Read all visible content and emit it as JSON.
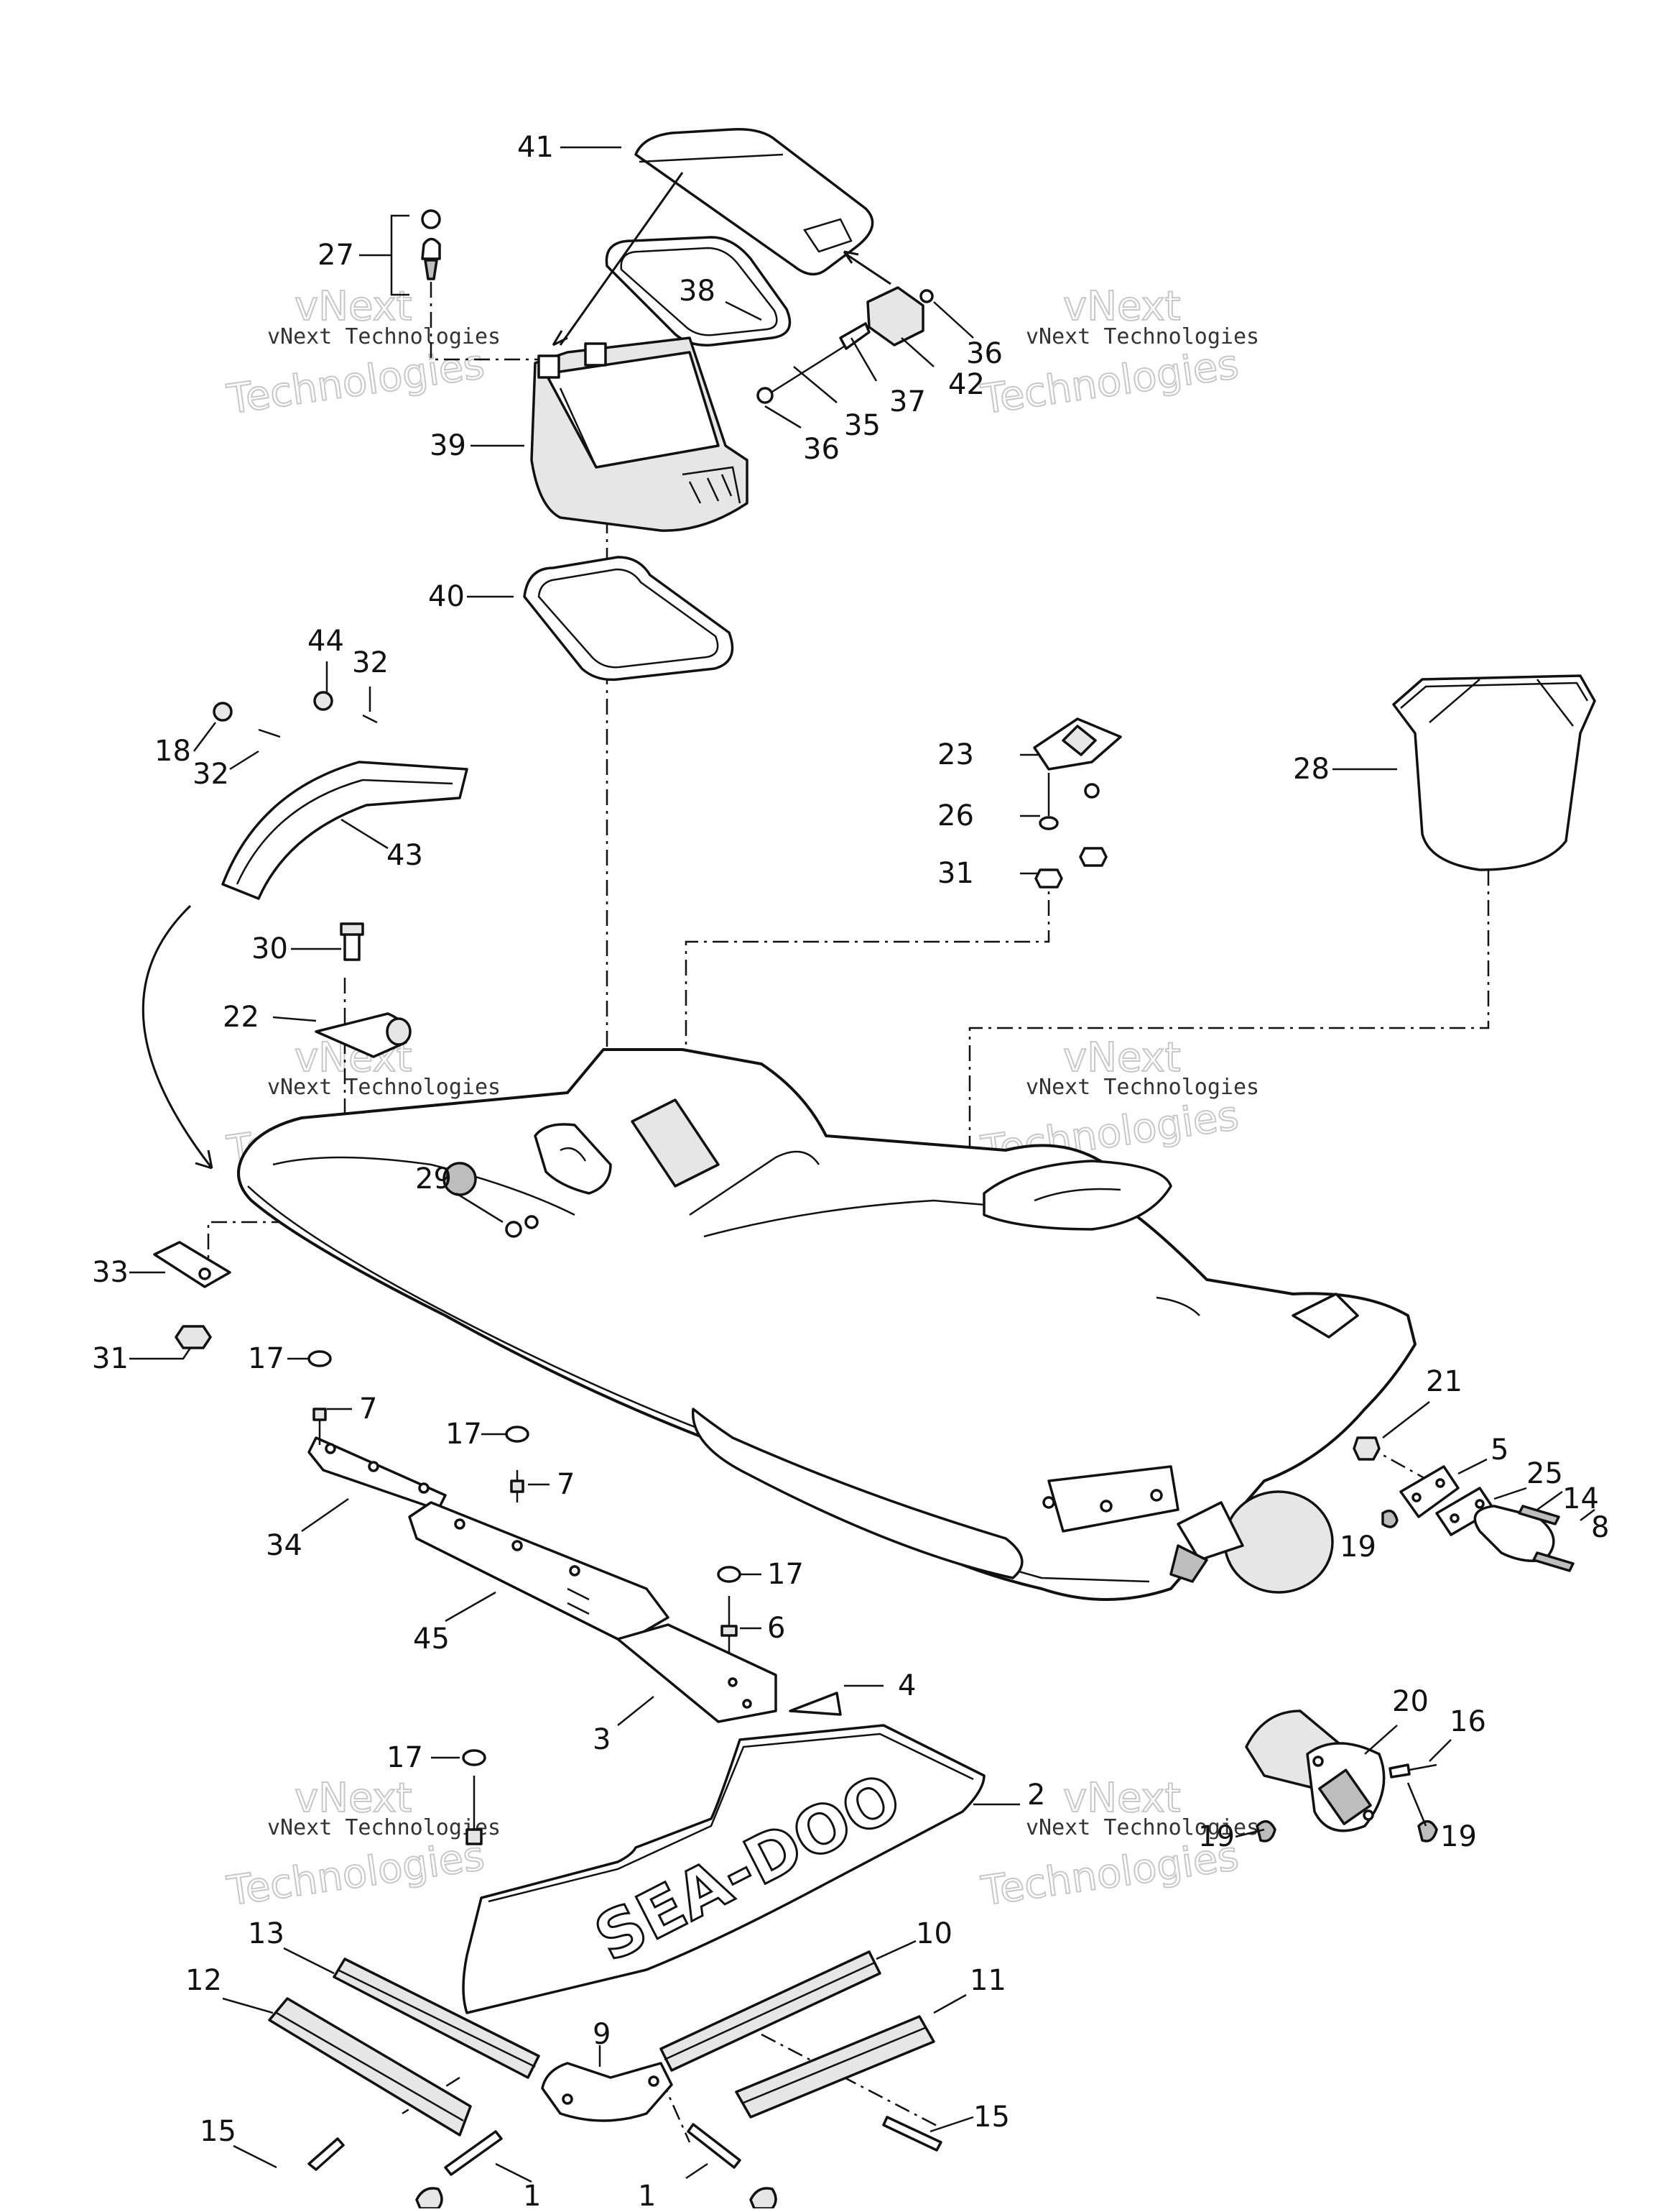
{
  "diagram": {
    "watermark": {
      "line1": "vNext Technologies",
      "line2": "Technologies",
      "line3": "vNext"
    },
    "callouts": [
      {
        "id": "c41",
        "text": "41"
      },
      {
        "id": "c27",
        "text": "27"
      },
      {
        "id": "c38",
        "text": "38"
      },
      {
        "id": "c36a",
        "text": "36"
      },
      {
        "id": "c42",
        "text": "42"
      },
      {
        "id": "c37",
        "text": "37"
      },
      {
        "id": "c35",
        "text": "35"
      },
      {
        "id": "c36b",
        "text": "36"
      },
      {
        "id": "c39",
        "text": "39"
      },
      {
        "id": "c40",
        "text": "40"
      },
      {
        "id": "c44",
        "text": "44"
      },
      {
        "id": "c32a",
        "text": "32"
      },
      {
        "id": "c18",
        "text": "18"
      },
      {
        "id": "c32b",
        "text": "32"
      },
      {
        "id": "c43",
        "text": "43"
      },
      {
        "id": "c23",
        "text": "23"
      },
      {
        "id": "c26",
        "text": "26"
      },
      {
        "id": "c31a",
        "text": "31"
      },
      {
        "id": "c28",
        "text": "28"
      },
      {
        "id": "c30",
        "text": "30"
      },
      {
        "id": "c22",
        "text": "22"
      },
      {
        "id": "c29",
        "text": "29"
      },
      {
        "id": "c33",
        "text": "33"
      },
      {
        "id": "c31b",
        "text": "31"
      },
      {
        "id": "c17a",
        "text": "17"
      },
      {
        "id": "c7a",
        "text": "7"
      },
      {
        "id": "c17b",
        "text": "17"
      },
      {
        "id": "c7b",
        "text": "7"
      },
      {
        "id": "c34",
        "text": "34"
      },
      {
        "id": "c45",
        "text": "45"
      },
      {
        "id": "c17c",
        "text": "17"
      },
      {
        "id": "c6",
        "text": "6"
      },
      {
        "id": "c3",
        "text": "3"
      },
      {
        "id": "c4",
        "text": "4"
      },
      {
        "id": "c17d",
        "text": "17"
      },
      {
        "id": "c2",
        "text": "2"
      },
      {
        "id": "c21",
        "text": "21"
      },
      {
        "id": "c5",
        "text": "5"
      },
      {
        "id": "c25",
        "text": "25"
      },
      {
        "id": "c14",
        "text": "14"
      },
      {
        "id": "c8",
        "text": "8"
      },
      {
        "id": "c19a",
        "text": "19"
      },
      {
        "id": "c20",
        "text": "20"
      },
      {
        "id": "c16",
        "text": "16"
      },
      {
        "id": "c19b",
        "text": "19"
      },
      {
        "id": "c19c",
        "text": "19"
      },
      {
        "id": "c13",
        "text": "13"
      },
      {
        "id": "c10",
        "text": "10"
      },
      {
        "id": "c12",
        "text": "12"
      },
      {
        "id": "c11",
        "text": "11"
      },
      {
        "id": "c9",
        "text": "9"
      },
      {
        "id": "c15a",
        "text": "15"
      },
      {
        "id": "c15b",
        "text": "15"
      },
      {
        "id": "c1a",
        "text": "1"
      },
      {
        "id": "c1b",
        "text": "1"
      }
    ],
    "mat_logo": "SEA-DOO"
  }
}
